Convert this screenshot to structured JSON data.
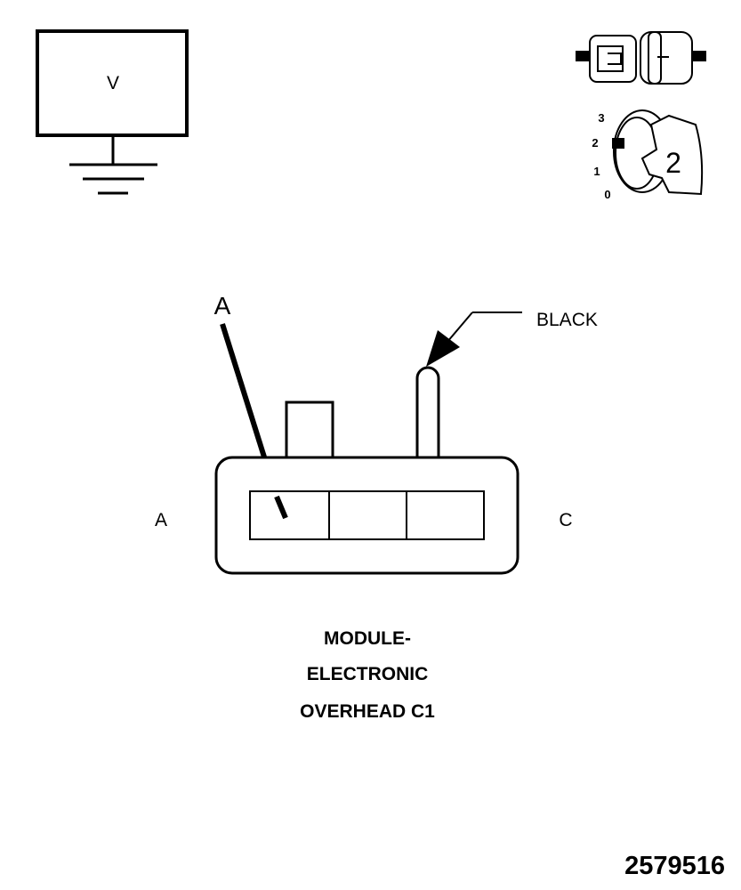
{
  "meter": {
    "symbol": "V"
  },
  "ignition": {
    "positions": [
      "3",
      "2",
      "1",
      "0"
    ],
    "key_position": "2"
  },
  "callout": {
    "letter": "A"
  },
  "wire": {
    "color_label": "BLACK"
  },
  "connector": {
    "left_pin_label": "A",
    "right_pin_label": "C",
    "title_lines": [
      "MODULE-",
      "ELECTRONIC",
      "OVERHEAD C1"
    ]
  },
  "figure_number": "2579516"
}
